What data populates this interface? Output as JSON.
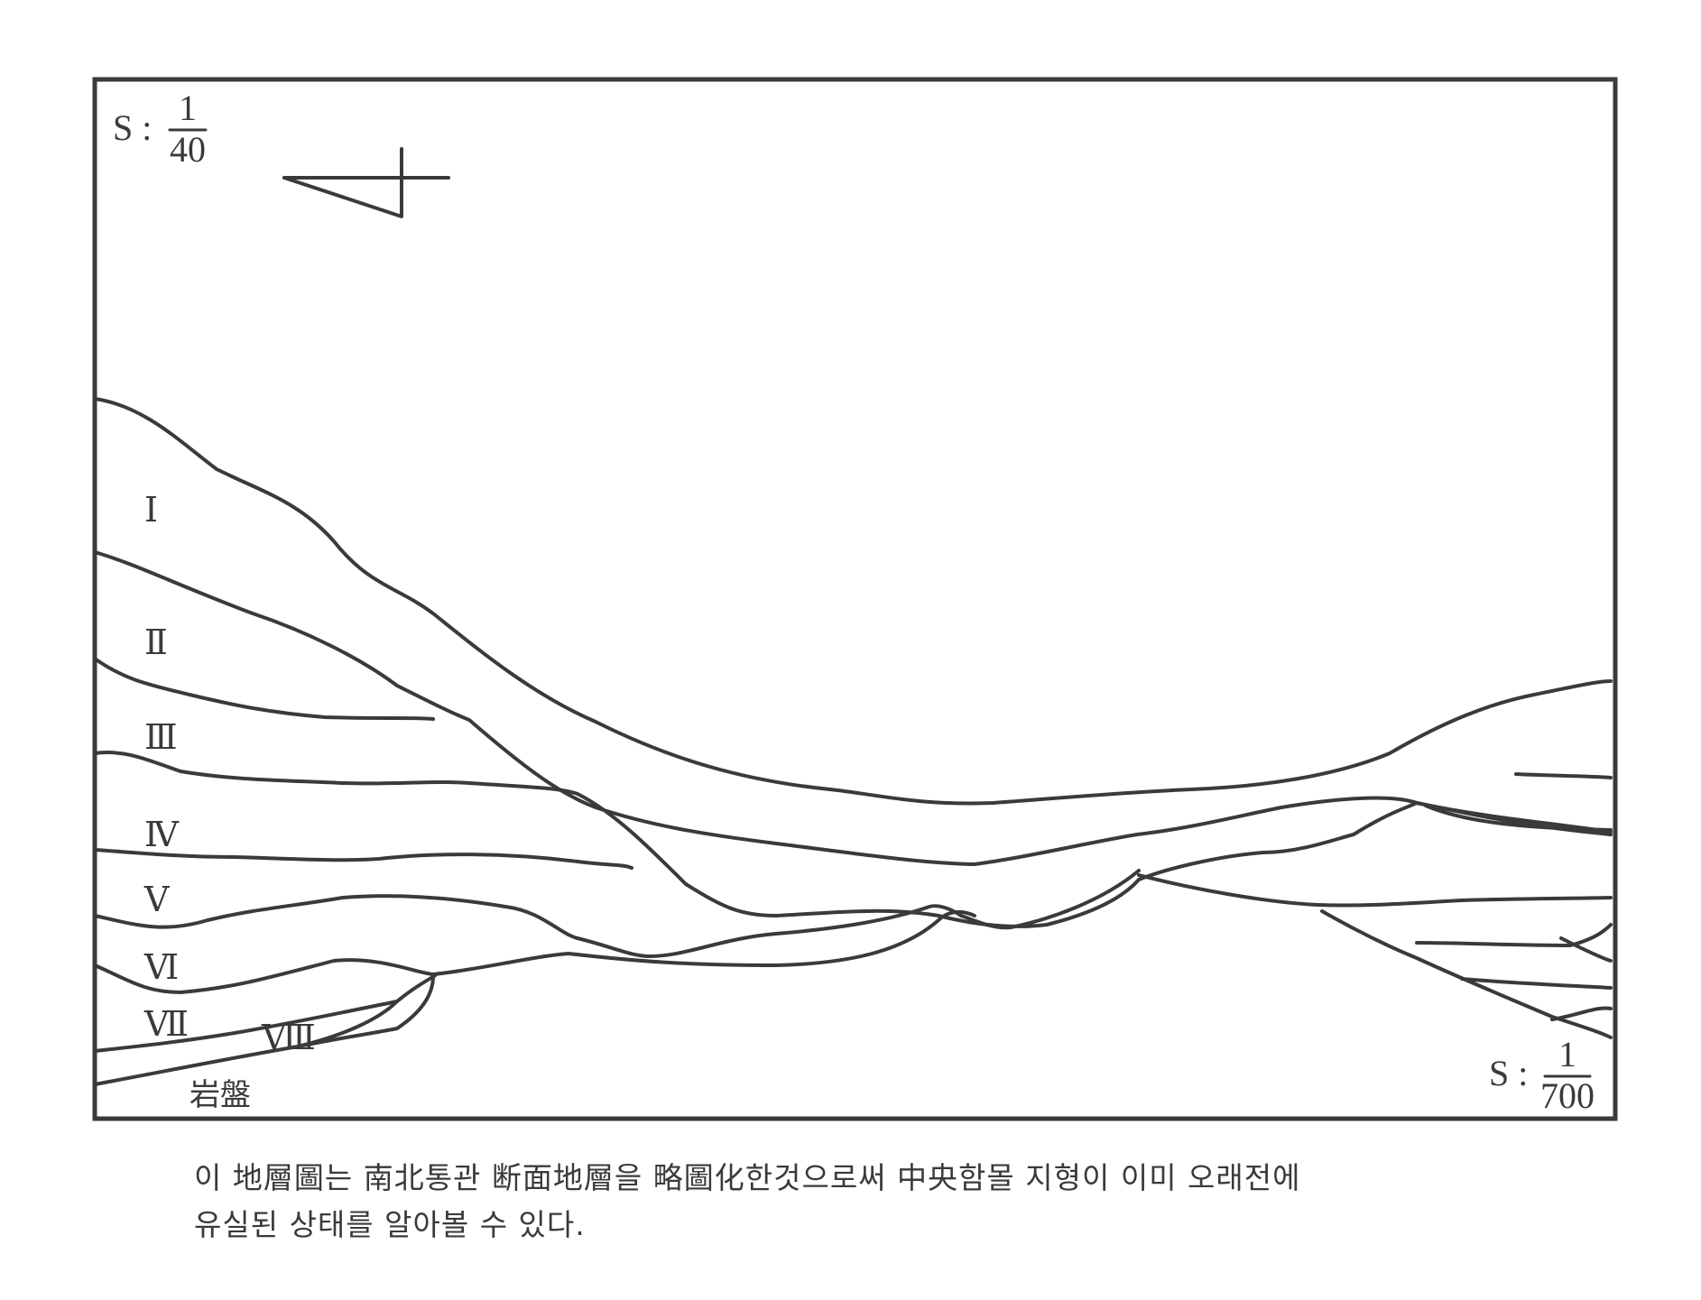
{
  "diagram": {
    "scale_top": {
      "prefix": "S :",
      "numerator": "1",
      "denominator": "40"
    },
    "scale_bottom": {
      "prefix": "S :",
      "numerator": "1",
      "denominator": "700"
    },
    "strata_labels": [
      "Ⅰ",
      "Ⅱ",
      "Ⅲ",
      "Ⅳ",
      "Ⅴ",
      "Ⅵ",
      "Ⅶ",
      "Ⅷ"
    ],
    "bedrock_label": "岩盤",
    "colors": {
      "ink": "#3a3a3a",
      "paper": "#ffffff"
    }
  },
  "caption": {
    "line1": "이 地層圖는 南北통관 断面地層을 略圖化한것으로써 中央함몰 지형이 이미 오래전에",
    "line2": "유실된 상태를 알아볼 수 있다."
  }
}
